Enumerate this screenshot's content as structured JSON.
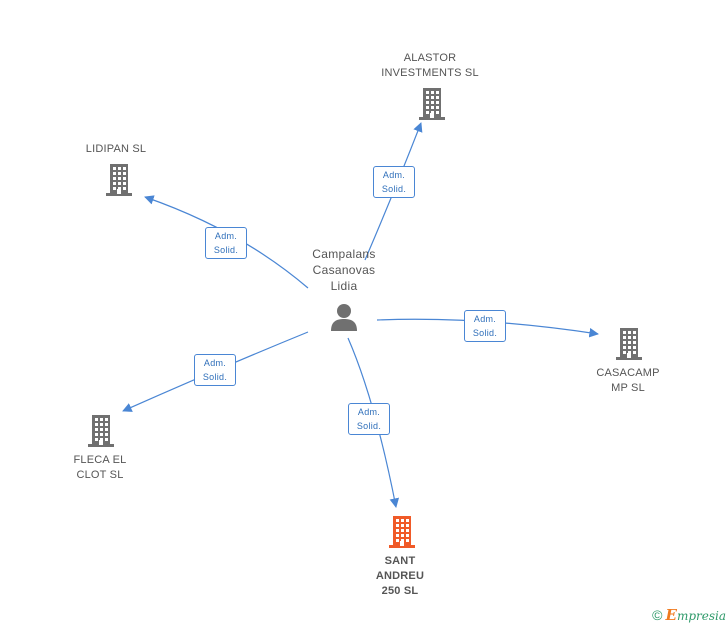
{
  "center": {
    "name": "Campalans\nCasanovas\nLidia",
    "icon": "person-icon"
  },
  "companies": [
    {
      "id": "alastor",
      "name": "ALASTOR\nINVESTMENTS SL",
      "icon": "building-icon",
      "highlight": false
    },
    {
      "id": "lidipan",
      "name": "LIDIPAN SL",
      "icon": "building-icon",
      "highlight": false
    },
    {
      "id": "casacamp",
      "name": "CASACAMP\nMP SL",
      "icon": "building-icon",
      "highlight": false
    },
    {
      "id": "fleca",
      "name": "FLECA EL\nCLOT SL",
      "icon": "building-icon",
      "highlight": false
    },
    {
      "id": "sant-andreu",
      "name": "SANT\nANDREU\n250 SL",
      "icon": "building-icon",
      "highlight": true
    }
  ],
  "relations": [
    {
      "to": "alastor",
      "line1": "Adm.",
      "line2": "Solid."
    },
    {
      "to": "lidipan",
      "line1": "Adm.",
      "line2": "Solid."
    },
    {
      "to": "casacamp",
      "line1": "Adm.",
      "line2": "Solid."
    },
    {
      "to": "fleca",
      "line1": "Adm.",
      "line2": "Solid."
    },
    {
      "to": "sant-andreu",
      "line1": "Adm.",
      "line2": "Solid."
    }
  ],
  "colors": {
    "edge": "#4a86d4",
    "building": "#707070",
    "building_highlight": "#f05a28",
    "person": "#707070"
  },
  "footer": {
    "copyright": "©",
    "brand_e": "E",
    "brand_rest": "mpresia"
  }
}
